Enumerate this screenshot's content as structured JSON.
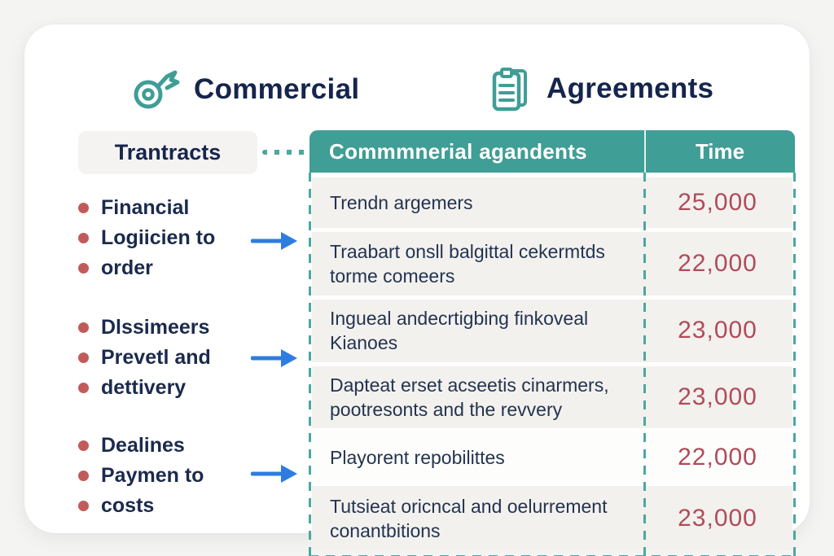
{
  "header": {
    "left": {
      "icon": "key-icon",
      "label": "Commercial"
    },
    "right": {
      "icon": "clipboard-icon",
      "label": "Agreements"
    }
  },
  "sidebar": {
    "category_label": "Trantracts",
    "groups": [
      {
        "items": [
          "Financial",
          "Logiicien to",
          "order"
        ]
      },
      {
        "items": [
          "Dlssimeers",
          "Prevetl and",
          "dettivery"
        ]
      },
      {
        "items": [
          "Dealines",
          "Paymen to",
          "costs"
        ]
      }
    ]
  },
  "table": {
    "columns": [
      "Commmnerial agandents",
      "Time"
    ],
    "rows": [
      {
        "label": "Trendn argemers",
        "value": "25,000"
      },
      {
        "label": "Traabart onsll balgittal cekermtds torme comeers",
        "value": "22,000"
      },
      {
        "label": "Ingueal andecrtigbing finkoveal Kianoes",
        "value": "23,000"
      },
      {
        "label": "Dapteat erset acseetis cinarmers, pootresonts and the revvery",
        "value": "23,000"
      },
      {
        "label": "Playorent repobilittes",
        "value": "22,000"
      },
      {
        "label": "Tutsieat oricncal and oelurrement conantbitions",
        "value": "23,000"
      }
    ]
  },
  "colors": {
    "teal": "#3f9e95",
    "navy": "#16254c",
    "bullet_red": "#c15b5b",
    "value_red": "#b04b59",
    "arrow_blue": "#2e7ce0",
    "row_bg": "#f2f1ee"
  }
}
